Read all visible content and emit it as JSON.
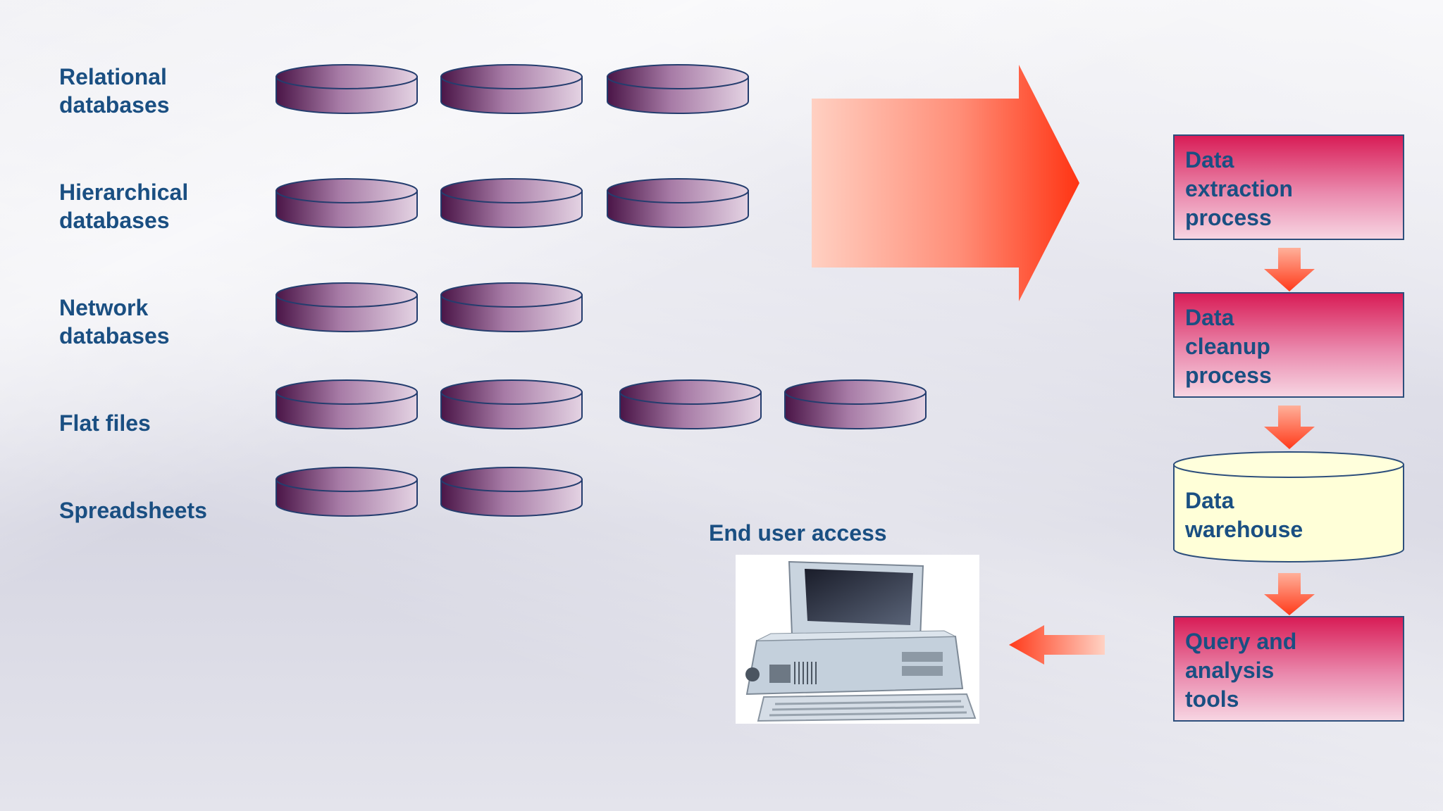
{
  "sources": [
    {
      "lines": [
        "Relational",
        "databases"
      ],
      "count": 3
    },
    {
      "lines": [
        "Hierarchical",
        "databases"
      ],
      "count": 3
    },
    {
      "lines": [
        "Network",
        "databases"
      ],
      "count": 2
    },
    {
      "lines": [
        "Flat files"
      ],
      "count": 4
    },
    {
      "lines": [
        "Spreadsheets"
      ],
      "count": 2
    }
  ],
  "pipeline": [
    {
      "id": "extraction",
      "lines": [
        "Data",
        "extraction",
        "process"
      ],
      "shape": "box"
    },
    {
      "id": "cleanup",
      "lines": [
        "Data",
        "cleanup",
        "process"
      ],
      "shape": "box"
    },
    {
      "id": "warehouse",
      "lines": [
        "Data",
        "warehouse"
      ],
      "shape": "cylinder"
    },
    {
      "id": "query",
      "lines": [
        "Query and",
        "analysis",
        "tools"
      ],
      "shape": "box"
    }
  ],
  "end_user": {
    "label": "End user access",
    "icon": "computer-icon"
  },
  "colors": {
    "text": "#1a4f82",
    "box_top": "#d81b55",
    "box_bottom": "#f4c9da",
    "arrow": "#ff3a1a",
    "disk_dark": "#4a1547",
    "disk_light": "#e2cfe0",
    "warehouse_fill": "#ffffd8"
  }
}
